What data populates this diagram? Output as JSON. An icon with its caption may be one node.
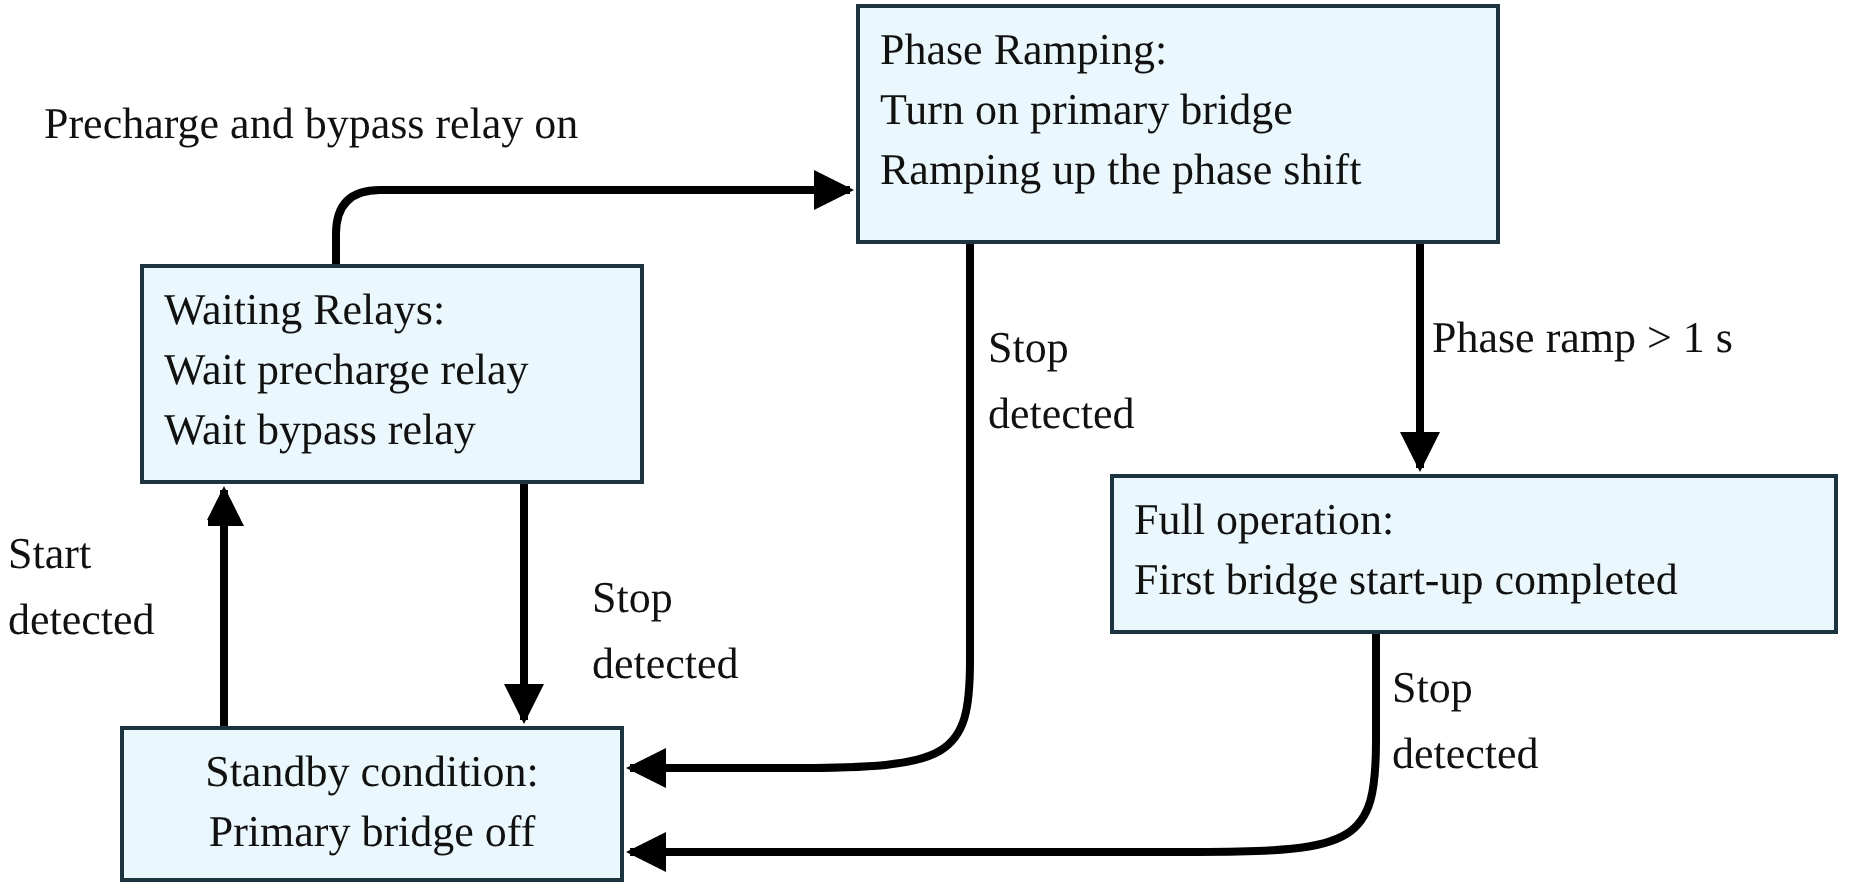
{
  "diagram": {
    "nodes": [
      {
        "text": [
          "Waiting Relays:",
          "Wait precharge relay",
          "Wait bypass relay"
        ]
      },
      {
        "text": [
          "Phase Ramping:",
          "Turn on primary bridge",
          "Ramping up the phase shift"
        ]
      },
      {
        "text": [
          "Full operation:",
          "First bridge start-up completed"
        ]
      },
      {
        "text": [
          "Standby condition:",
          "Primary bridge off"
        ]
      }
    ],
    "edges": [
      {
        "from": 0,
        "to": 1,
        "arrow": "to",
        "label": "Precharge and bypass relay on"
      },
      {
        "from": 1,
        "to": 3,
        "arrow": "to",
        "label": "Stop detected"
      },
      {
        "from": 1,
        "to": 2,
        "arrow": "to",
        "label": "Phase ramp > 1 s"
      },
      {
        "from": 0,
        "to": 3,
        "arrow": "to",
        "label": "Stop detected"
      },
      {
        "from": 3,
        "to": 0,
        "arrow": "to",
        "label": "Start detected"
      },
      {
        "from": 2,
        "to": 3,
        "arrow": "to",
        "label": "Stop detected"
      }
    ]
  }
}
